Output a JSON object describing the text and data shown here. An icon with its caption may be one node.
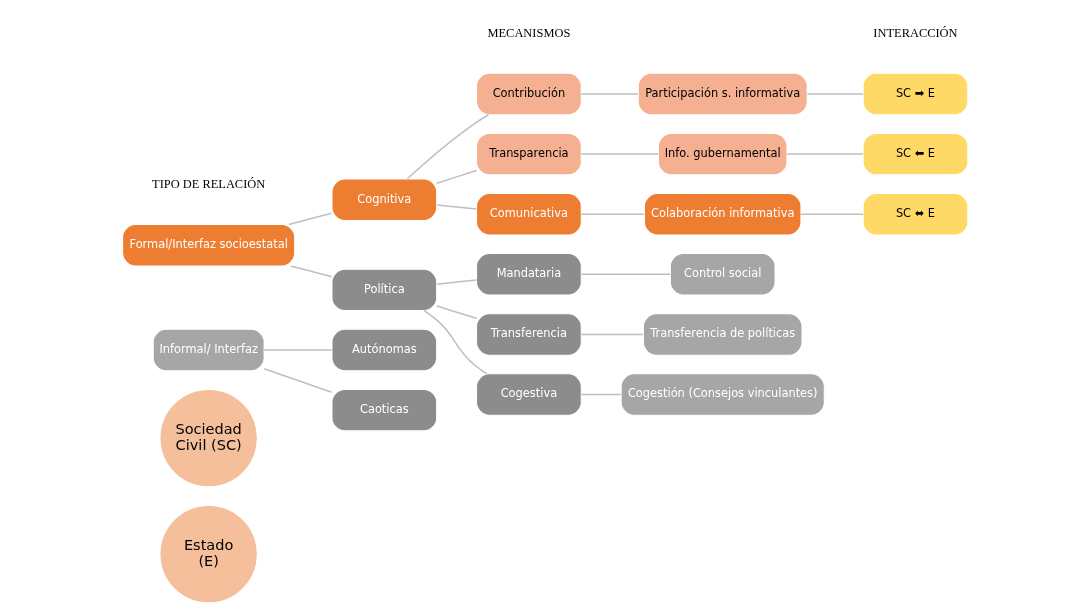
{
  "diagram": {
    "nodes": [
      {
        "text": [
          "Estado (E)"
        ]
      },
      {
        "text": [
          "Sociedad Civil (SC)"
        ]
      },
      {
        "text": [
          "Informal/ Interfaz"
        ]
      },
      {
        "text": [
          "Autónomas"
        ]
      },
      {
        "text": [
          "Caoticas"
        ]
      },
      {
        "text": [
          "Formal/Interfaz socioestatal"
        ]
      },
      {
        "text": [
          "Cognitiva"
        ]
      },
      {
        "text": [
          "Política"
        ]
      },
      {
        "text": [
          "Contribución"
        ]
      },
      {
        "text": [
          "Transparencia"
        ]
      },
      {
        "text": [
          "Comunicativa"
        ]
      },
      {
        "text": [
          "Participación s. informativa"
        ]
      },
      {
        "text": [
          "Info. gubernamental"
        ]
      },
      {
        "text": [
          "Colaboración informativa"
        ]
      },
      {
        "text": [
          "Mandataria"
        ]
      },
      {
        "text": [
          "Transferencia"
        ]
      },
      {
        "text": [
          "Cogestiva"
        ]
      },
      {
        "text": [
          "Control social"
        ]
      },
      {
        "text": [
          "Transferencia de políticas"
        ]
      },
      {
        "text": [
          "Cogestión (Consejos vinculantes)"
        ]
      },
      {
        "text": [
          "SC ➡ E"
        ]
      },
      {
        "text": [
          "SC ⬅ E"
        ]
      },
      {
        "text": [
          "SC ⬌ E"
        ]
      }
    ],
    "edges": [
      {
        "from": 2,
        "to": 3,
        "arrow": "none"
      },
      {
        "from": 2,
        "to": 4,
        "arrow": "none"
      },
      {
        "from": 5,
        "to": 6,
        "arrow": "none"
      },
      {
        "from": 5,
        "to": 7,
        "arrow": "none"
      },
      {
        "from": 6,
        "to": 8,
        "arrow": "none"
      },
      {
        "from": 6,
        "to": 9,
        "arrow": "none"
      },
      {
        "from": 6,
        "to": 10,
        "arrow": "none"
      },
      {
        "from": 8,
        "to": 11,
        "arrow": "none"
      },
      {
        "from": 9,
        "to": 12,
        "arrow": "none"
      },
      {
        "from": 10,
        "to": 13,
        "arrow": "none"
      },
      {
        "from": 11,
        "to": 20,
        "arrow": "none"
      },
      {
        "from": 12,
        "to": 21,
        "arrow": "none"
      },
      {
        "from": 13,
        "to": 22,
        "arrow": "none"
      },
      {
        "from": 7,
        "to": 14,
        "arrow": "none"
      },
      {
        "from": 7,
        "to": 15,
        "arrow": "none"
      },
      {
        "from": 7,
        "to": 16,
        "arrow": "none"
      },
      {
        "from": 14,
        "to": 17,
        "arrow": "none"
      },
      {
        "from": 15,
        "to": 18,
        "arrow": "none"
      },
      {
        "from": 16,
        "to": 19,
        "arrow": "none"
      }
    ],
    "labels": [
      "TIPO DE RELACIÓN",
      "MECANISMOS",
      "INTERACCIÓN"
    ]
  }
}
